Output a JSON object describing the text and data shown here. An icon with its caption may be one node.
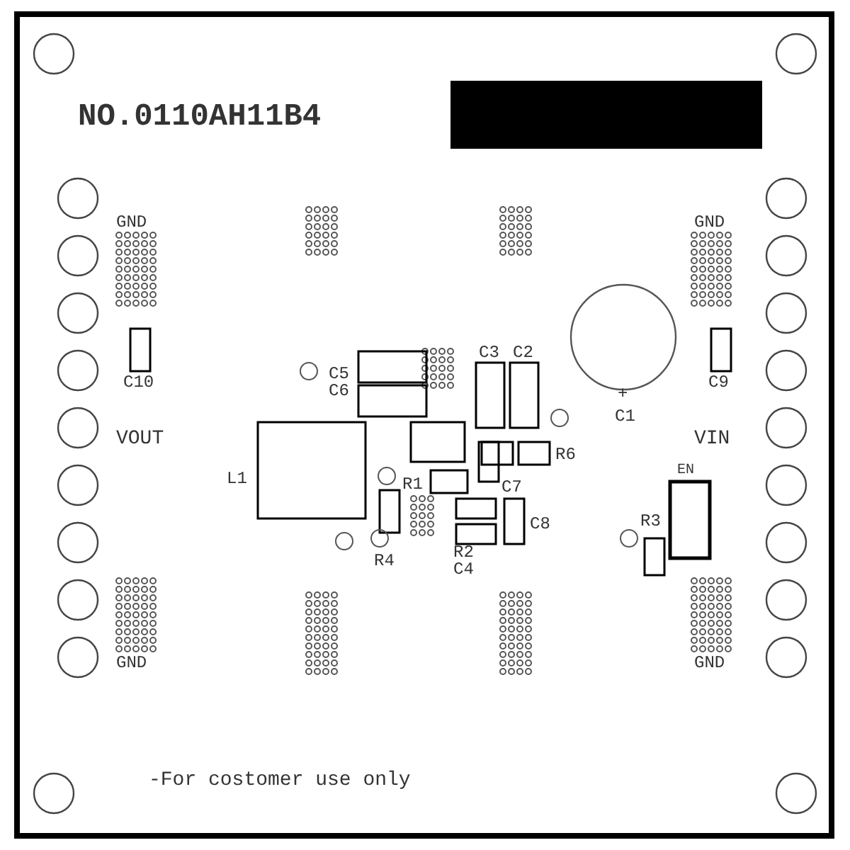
{
  "diagram": {
    "labels": [
      "NO.0110AH11B4",
      "GND",
      "GND",
      "C3",
      "C2",
      "C5",
      "C10",
      "C9",
      "C6",
      "+",
      "C1",
      "VOUT",
      "VIN",
      "R6",
      "L1",
      "EN",
      "R1",
      "C7",
      "C8",
      "R3",
      "R4",
      "R2",
      "C4",
      "GND",
      "GND",
      "-For costomer use only"
    ]
  }
}
